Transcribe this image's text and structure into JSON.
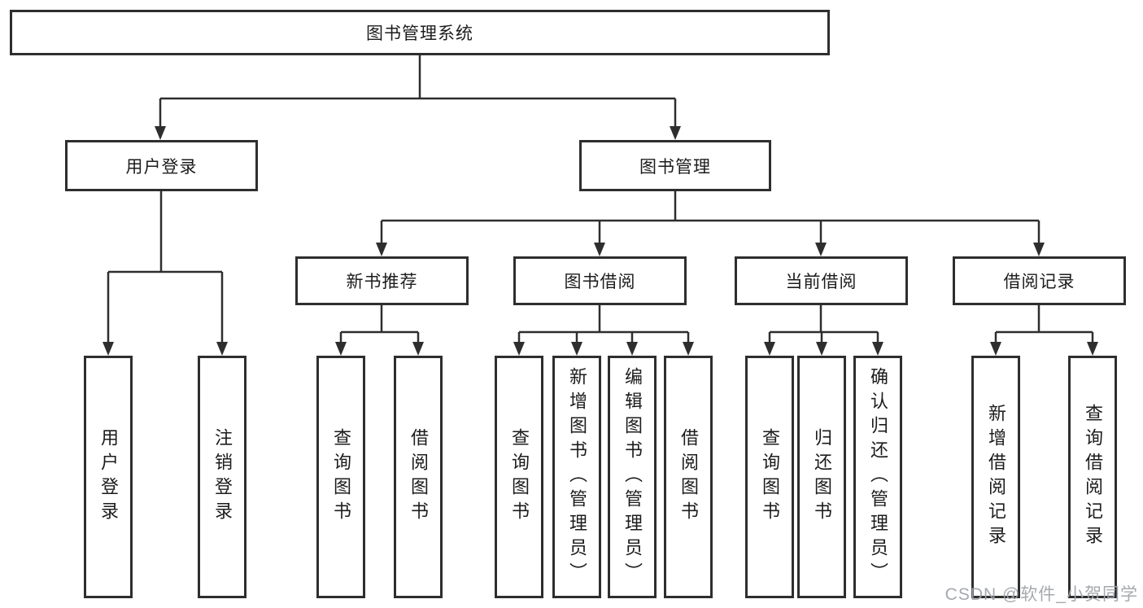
{
  "diagram": {
    "type": "hierarchy",
    "nodes": {
      "root": "图书管理系统",
      "user_login": "用户登录",
      "book_mgmt": "图书管理",
      "new_book_rec": "新书推荐",
      "book_borrow": "图书借阅",
      "current_borrow": "当前借阅",
      "borrow_records": "借阅记录",
      "leaf_user_login": "用户登录",
      "leaf_logout": "注销登录",
      "leaf_rec_query": "查询图书",
      "leaf_rec_borrow": "借阅图书",
      "leaf_bb_query": "查询图书",
      "leaf_bb_add": "新增图书（管理员）",
      "leaf_bb_edit": "编辑图书（管理员）",
      "leaf_bb_borrow": "借阅图书",
      "leaf_cb_query": "查询图书",
      "leaf_cb_return": "归还图书",
      "leaf_cb_confirm": "确认归还（管理员）",
      "leaf_br_add": "新增借阅记录",
      "leaf_br_query": "查询借阅记录"
    },
    "edges": [
      [
        "图书管理系统",
        "用户登录"
      ],
      [
        "图书管理系统",
        "图书管理"
      ],
      [
        "用户登录",
        "用户登录(叶)"
      ],
      [
        "用户登录",
        "注销登录"
      ],
      [
        "图书管理",
        "新书推荐"
      ],
      [
        "图书管理",
        "图书借阅"
      ],
      [
        "图书管理",
        "当前借阅"
      ],
      [
        "图书管理",
        "借阅记录"
      ],
      [
        "新书推荐",
        "查询图书"
      ],
      [
        "新书推荐",
        "借阅图书"
      ],
      [
        "图书借阅",
        "查询图书"
      ],
      [
        "图书借阅",
        "新增图书（管理员）"
      ],
      [
        "图书借阅",
        "编辑图书（管理员）"
      ],
      [
        "图书借阅",
        "借阅图书"
      ],
      [
        "当前借阅",
        "查询图书"
      ],
      [
        "当前借阅",
        "归还图书"
      ],
      [
        "当前借阅",
        "确认归还（管理员）"
      ],
      [
        "借阅记录",
        "新增借阅记录"
      ],
      [
        "借阅记录",
        "查询借阅记录"
      ]
    ],
    "colors": {
      "line": "#2e2e2e",
      "box_border": "#2e2e2e",
      "box_fill": "#ffffff",
      "text": "#1c1c1c",
      "watermark": "#a0a4aa"
    }
  },
  "watermark": "CSDN @软件_小贺同学"
}
